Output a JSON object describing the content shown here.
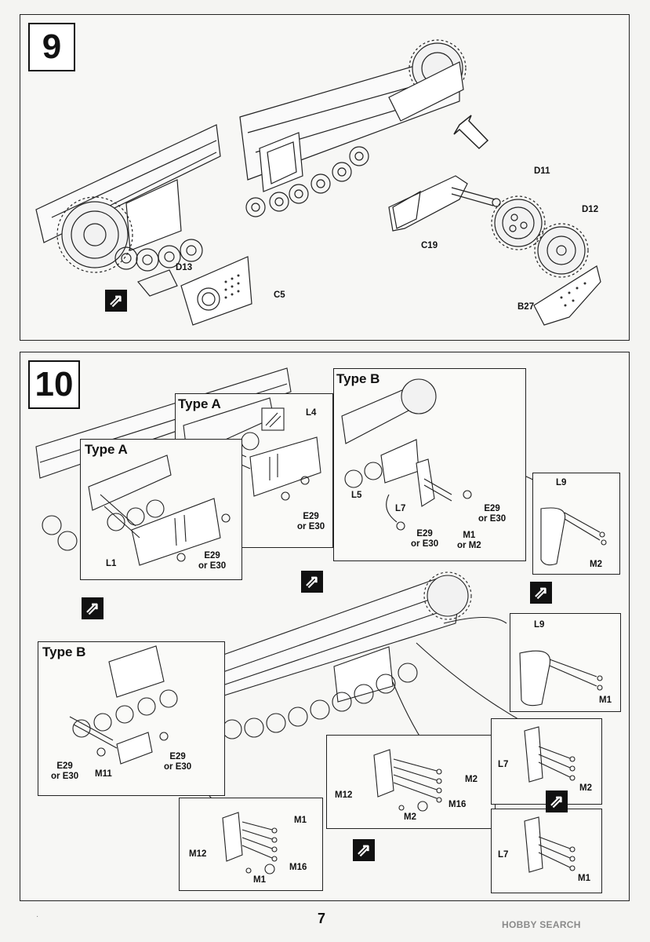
{
  "step9": {
    "number": "9",
    "parts": {
      "d13": "D13",
      "c5": "C5",
      "c19": "C19",
      "d11": "D11",
      "d12": "D12",
      "b27": "B27"
    }
  },
  "step10": {
    "number": "10",
    "type_a_upper": "Type A",
    "type_a_left": "Type A",
    "type_b_right": "Type B",
    "type_b_left": "Type B",
    "labels": {
      "l4": "L4",
      "e29_a_upper": "E29\nor E30",
      "l1": "L1",
      "e29_a_left": "E29\nor E30",
      "l5": "L5",
      "l7_b": "L7",
      "e29_b": "E29\nor E30",
      "e29_b2": "E29\nor E30",
      "m1_or_m2": "M1\nor M2",
      "l9_top": "L9",
      "m2_l9": "M2",
      "l9_mid": "L9",
      "m1_l9": "M1",
      "e29_bl1": "E29\nor E30",
      "e29_bl2": "E29\nor E30",
      "m11": "M11",
      "m12_mid": "M12",
      "m2_mid_a": "M2",
      "m16_mid": "M16",
      "m2_mid_b": "M2",
      "l7_right1": "L7",
      "m2_right1": "M2",
      "m12_low": "M12",
      "m1_low_a": "M1",
      "m16_low": "M16",
      "m1_low_b": "M1",
      "l7_right2": "L7",
      "m1_right2": "M1"
    }
  },
  "footer": {
    "page_number": "7",
    "small_mark": "·",
    "watermark": "HOBBY SEARCH"
  }
}
